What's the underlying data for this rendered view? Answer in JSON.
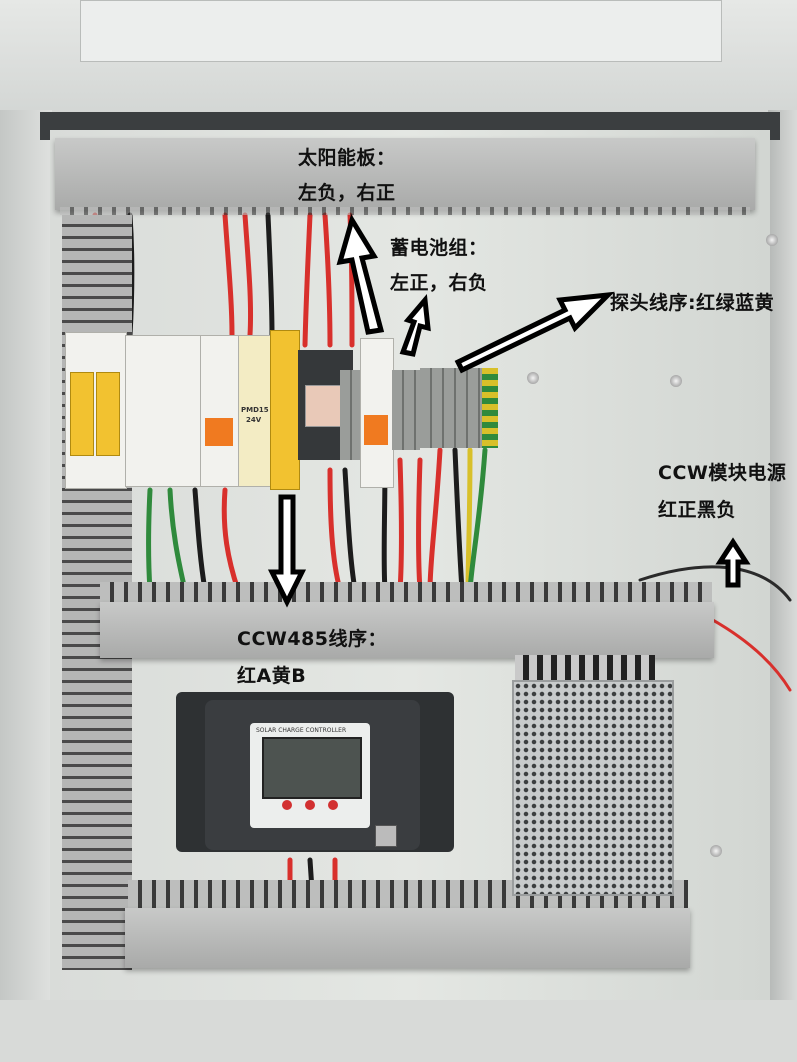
{
  "annotations": {
    "solar_panel_title": "太阳能板：",
    "solar_panel_polarity": "左负，右正",
    "battery_title": "蓄电池组：",
    "battery_polarity": "左正，右负",
    "probe_wire_order": "探头线序:红绿蓝黄",
    "ccw_power_title": "CCW模块电源",
    "ccw_power_polarity": "红正黑负",
    "ccw485_title": "CCW485线序：",
    "ccw485_order": "红A黄B"
  },
  "device_labels": {
    "surge_protector_model": "PMD15",
    "surge_protector_voltage": "24V",
    "controller_label": "SOLAR CHARGE CONTROLLER"
  },
  "wire_colors": {
    "red": "#d8302c",
    "black": "#1c1c1c",
    "green": "#2f8a3c",
    "yellow": "#d8c02a",
    "blue": "#2a4fa0"
  },
  "arrow_style": {
    "fill": "#ffffff",
    "stroke": "#000000"
  }
}
